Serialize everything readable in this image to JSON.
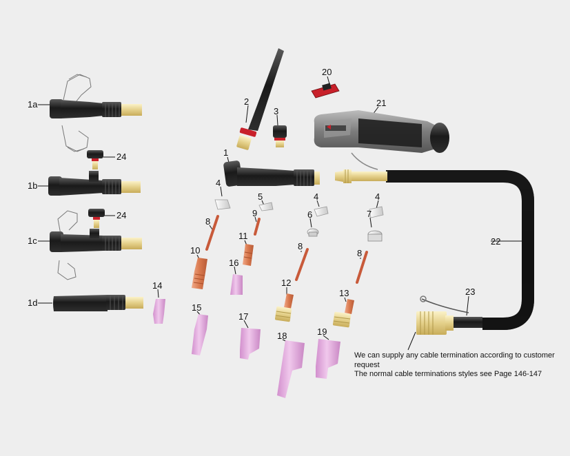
{
  "labels": {
    "l1a": "1a",
    "l1b": "1b",
    "l1c": "1c",
    "l1d": "1d",
    "l24a": "24",
    "l24b": "24",
    "l1": "1",
    "l2": "2",
    "l3": "3",
    "l4a": "4",
    "l4b": "4",
    "l4c": "4",
    "l5": "5",
    "l6": "6",
    "l7": "7",
    "l8a": "8",
    "l8b": "8",
    "l8c": "8",
    "l9": "9",
    "l10": "10",
    "l11": "11",
    "l12": "12",
    "l13": "13",
    "l14": "14",
    "l15": "15",
    "l16": "16",
    "l17": "17",
    "l18": "18",
    "l19": "19",
    "l20": "20",
    "l21": "21",
    "l22": "22",
    "l23": "23"
  },
  "note": {
    "line1": "We can supply any cable termination according to customer request",
    "line2": "The normal cable terminations styles see Page 146-147"
  },
  "colors": {
    "body": "#2a2a2a",
    "brass": "#e8d89a",
    "copper": "#e0875d",
    "ceramic": "#e0a8dc",
    "cable": "#1c1c1c",
    "handle_grey": "#8a8a8a",
    "red": "#c8202a"
  }
}
